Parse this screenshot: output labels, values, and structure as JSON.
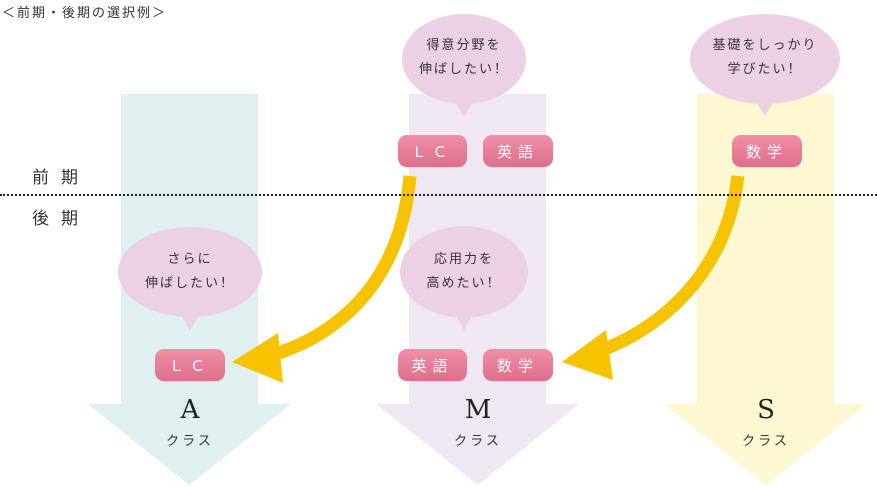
{
  "title": "＜前期・後期の選択例＞",
  "periods": {
    "first": "前期",
    "second": "後期"
  },
  "colors": {
    "column_a": "#e0efef",
    "column_m": "#efe8f3",
    "column_s": "#fdf7d2",
    "bubble": "#ecd0e4",
    "pill": "#e8809a",
    "arrow": "#f7c300"
  },
  "classes": {
    "a": {
      "letter": "A",
      "sub": "クラス"
    },
    "m": {
      "letter": "M",
      "sub": "クラス"
    },
    "s": {
      "letter": "S",
      "sub": "クラス"
    }
  },
  "bubbles": {
    "m_top": {
      "line1": "得意分野を",
      "line2": "伸ばしたい！"
    },
    "s_top": {
      "line1": "基礎をしっかり",
      "line2": "学びたい！"
    },
    "a_bottom": {
      "line1": "さらに",
      "line2": "伸ばしたい！"
    },
    "m_bottom": {
      "line1": "応用力を",
      "line2": "高めたい！"
    }
  },
  "pills": {
    "m_top_lc": "ＬＣ",
    "m_top_english": "英語",
    "s_top_math": "数学",
    "a_bottom_lc": "ＬＣ",
    "m_bottom_english": "英語",
    "m_bottom_math": "数学"
  }
}
